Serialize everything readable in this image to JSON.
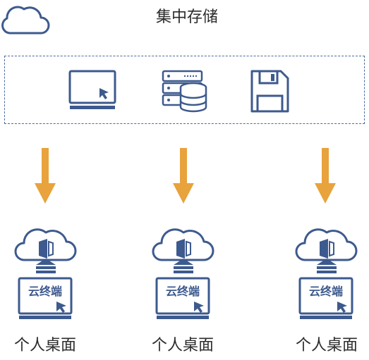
{
  "header": {
    "title": "集中存储"
  },
  "terminal_label": "云终端",
  "desktops": [
    {
      "caption": "个人桌面"
    },
    {
      "caption": "个人桌面"
    },
    {
      "caption": "个人桌面"
    }
  ],
  "colors": {
    "icon": "#3d5a8e",
    "arrow": "#e8a33d",
    "border": "#4a6aa0",
    "text": "#2b2b2b"
  }
}
